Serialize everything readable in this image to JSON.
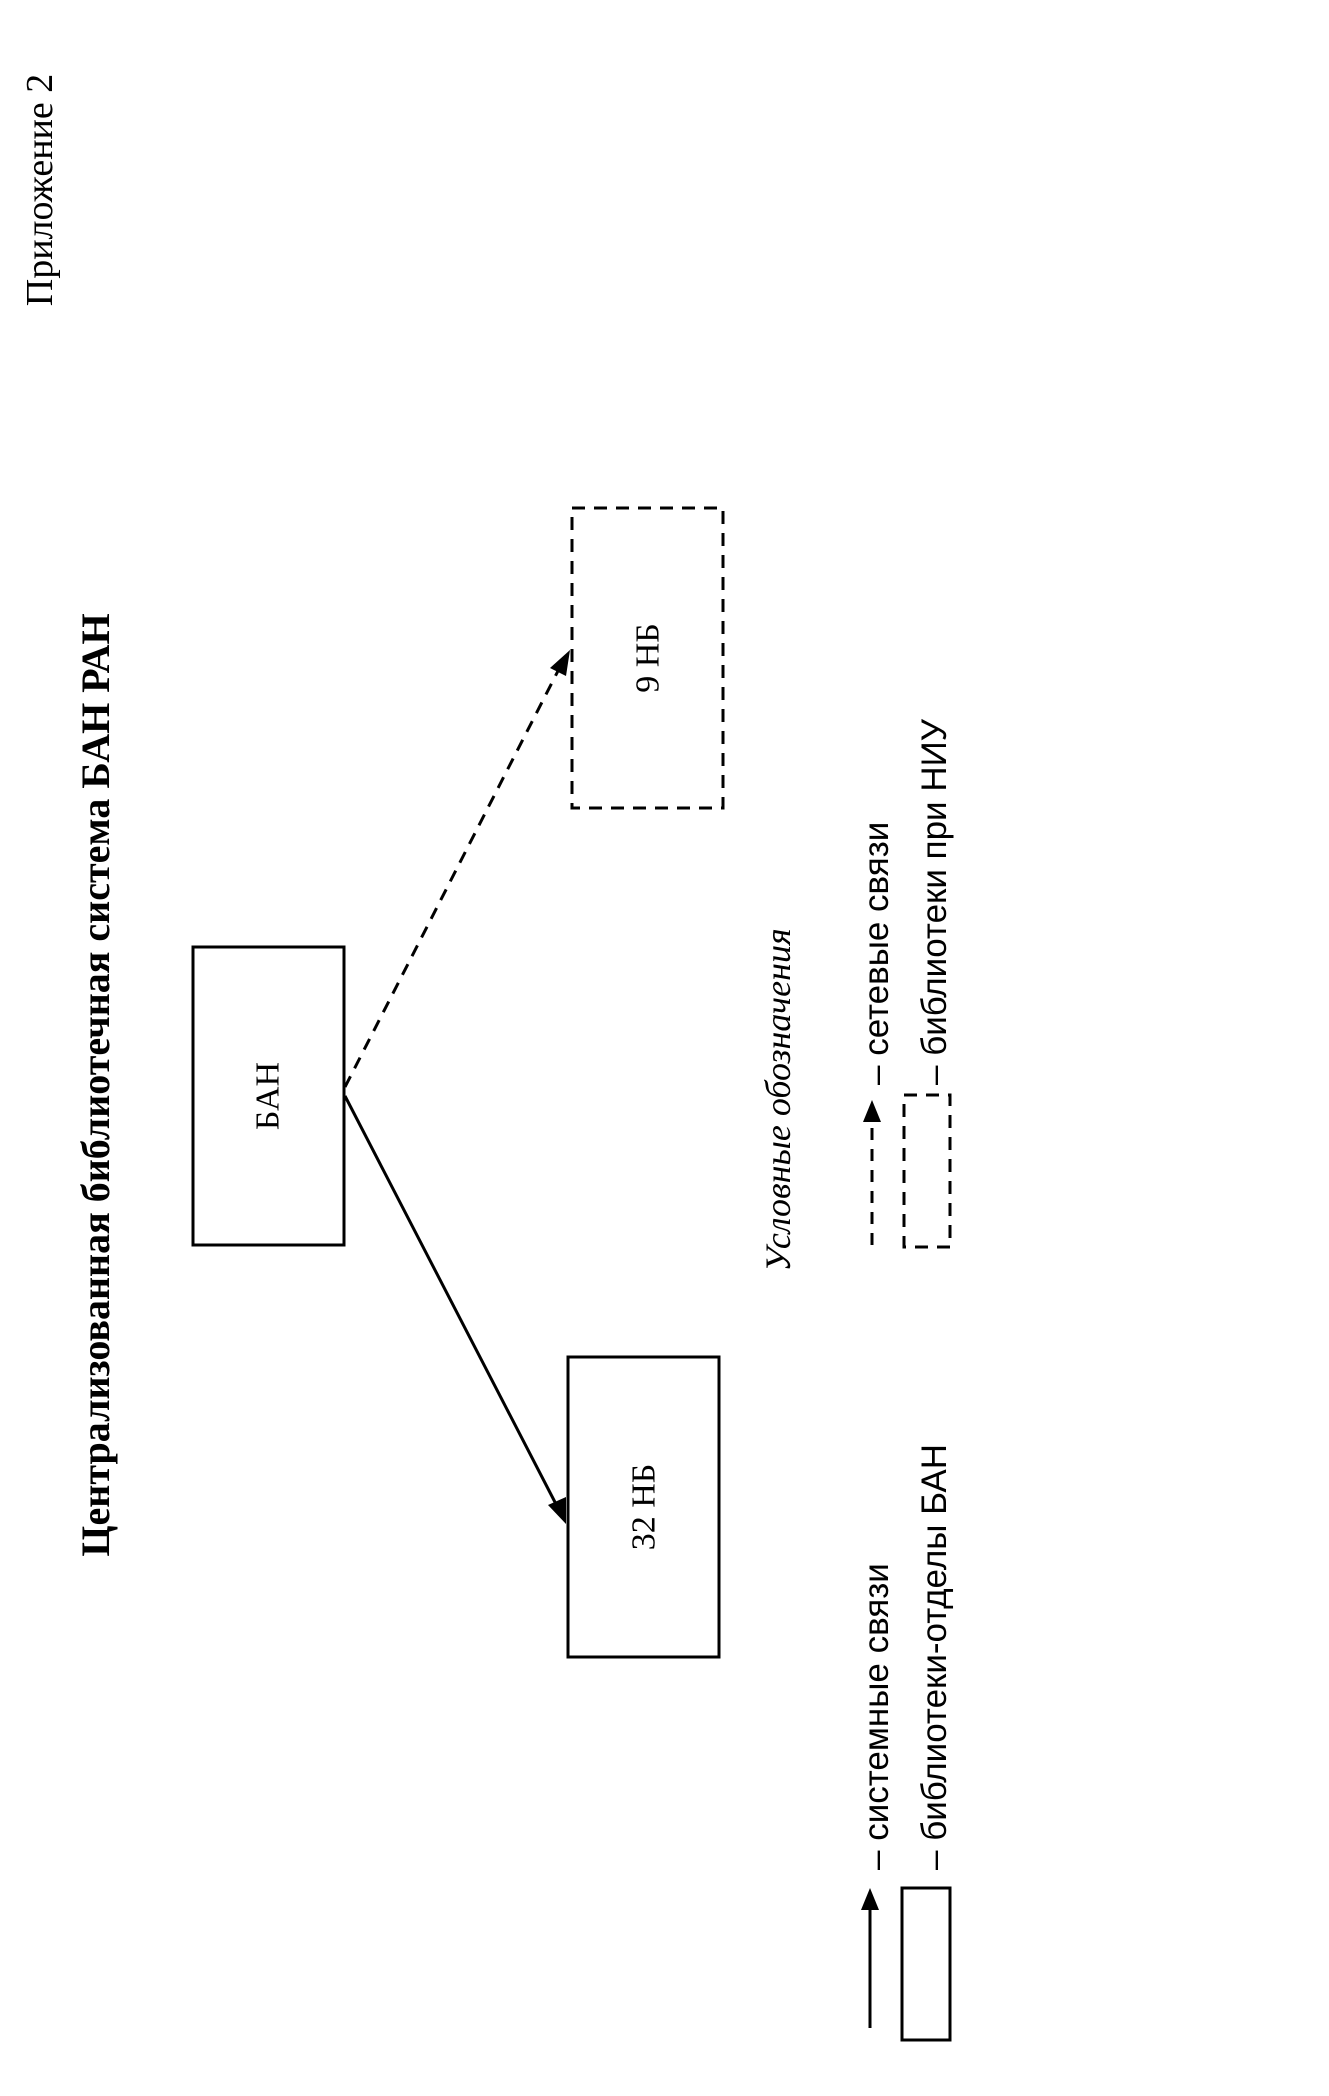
{
  "page": {
    "appendix_label": "Приложение 2",
    "title": "Централизованная библиотечная система БАН РАН"
  },
  "diagram": {
    "nodes": {
      "ban": "БАН",
      "nb32": "32 НБ",
      "nb9": "9 НБ"
    },
    "edges": [
      {
        "from": "ban",
        "to": "nb32",
        "style": "solid"
      },
      {
        "from": "ban",
        "to": "nb9",
        "style": "dashed"
      }
    ]
  },
  "legend": {
    "heading": "Условные обозначения",
    "system_links": "– системные связи",
    "department_libraries": "– библиотеки-отделы БАН",
    "network_links": "– сетевые связи",
    "nii_libraries": "– библиотеки при НИУ"
  }
}
